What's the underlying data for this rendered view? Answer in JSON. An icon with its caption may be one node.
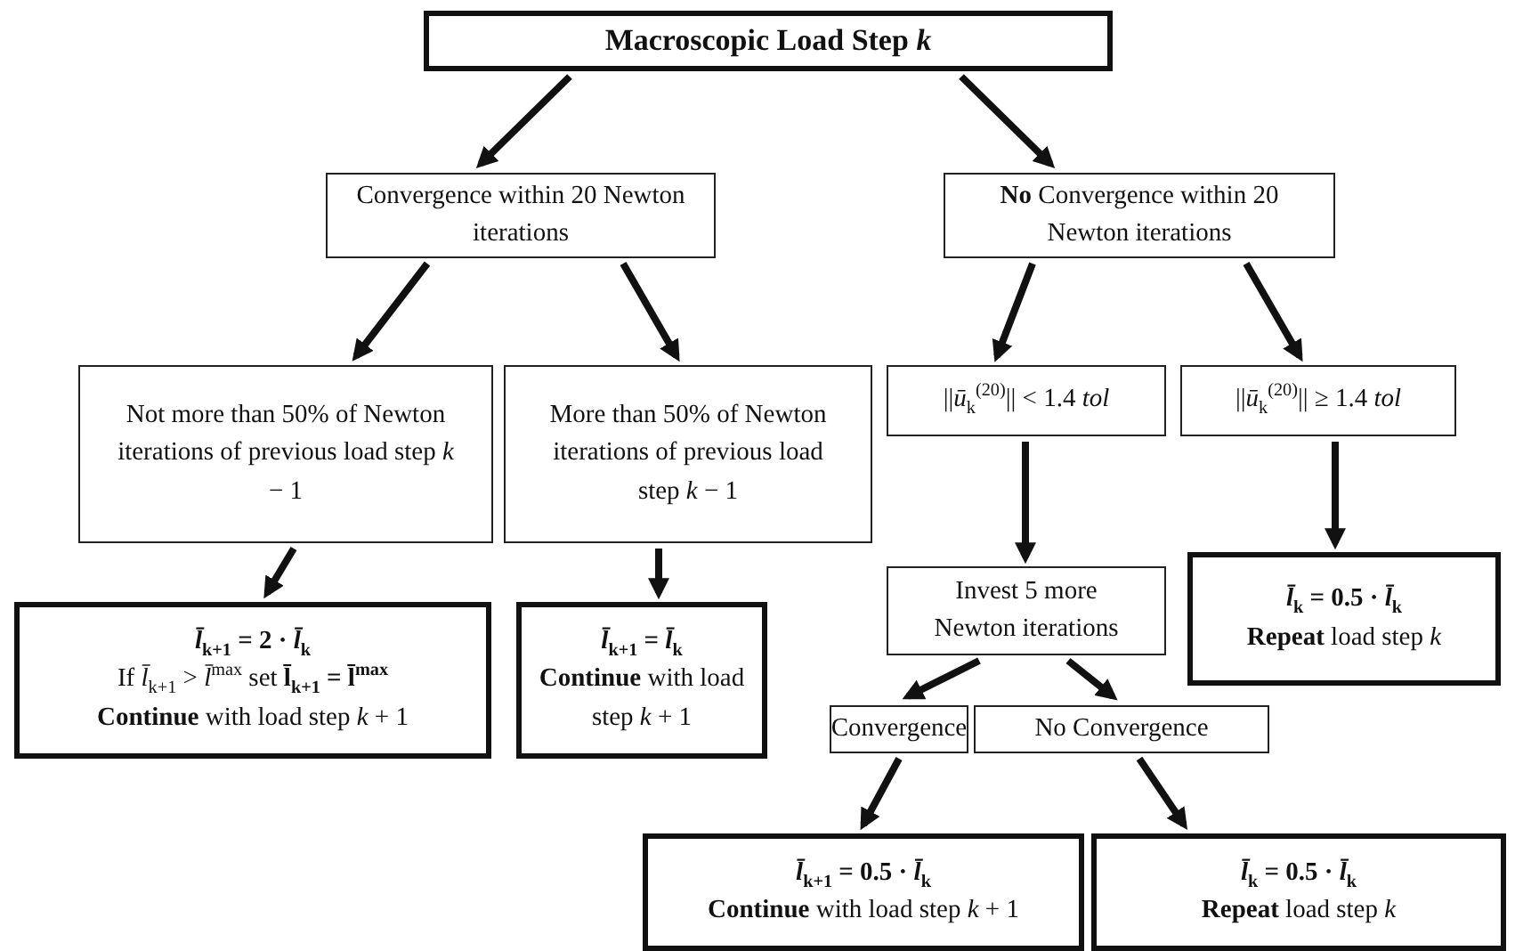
{
  "diagram": {
    "nodes": [
      {
        "text": [
          "Macroscopic Load Step *k*"
        ]
      },
      {
        "text": [
          "Convergence within 20 Newton iterations"
        ]
      },
      {
        "text": [
          "**No** Convergence within 20 Newton iterations"
        ]
      },
      {
        "text": [
          "Not more than 50% of Newton iterations of previous load step *k* − 1"
        ]
      },
      {
        "text": [
          "More than 50% of Newton iterations of previous load step *k* − 1"
        ]
      },
      {
        "text": [
          "||*ū*$_{k}$$^{(20)}$|| < 1.4 *tol*"
        ]
      },
      {
        "text": [
          "||*ū*$_{k}$$^{(20)}$|| ≥ 1.4 *tol*"
        ]
      },
      {
        "text": [
          "*l̄*$_{k+1}$  =  2 · *l̄*$_{k}$",
          "If *l̄*$_{k+1}$ > *l̄*$^{max}$ set **l̄$_{k+1}$ = l̄$^{max}$**",
          "**Continue** with load step *k* + 1"
        ]
      },
      {
        "text": [
          "*l̄*$_{k+1}$ = *l̄*$_{k}$",
          "**Continue** with load step *k* + 1"
        ]
      },
      {
        "text": [
          "Invest 5 more Newton iterations"
        ]
      },
      {
        "text": [
          "*l̄*$_{k}$  =  0.5 · *l̄*$_{k}$",
          "**Repeat** load step *k*"
        ]
      },
      {
        "text": [
          "Convergence"
        ]
      },
      {
        "text": [
          "No Convergence"
        ]
      },
      {
        "text": [
          "*l̄*$_{k+1}$  =  0.5 · *l̄*$_{k}$",
          "**Continue** with load step *k* + 1"
        ]
      },
      {
        "text": [
          "*l̄*$_{k}$  =  0.5 · *l̄*$_{k}$",
          "**Repeat** load step *k*"
        ]
      }
    ],
    "edges": [
      {
        "from": 0,
        "to": 1,
        "arrow": "to"
      },
      {
        "from": 0,
        "to": 2,
        "arrow": "to"
      },
      {
        "from": 1,
        "to": 3,
        "arrow": "to"
      },
      {
        "from": 1,
        "to": 4,
        "arrow": "to"
      },
      {
        "from": 2,
        "to": 5,
        "arrow": "to"
      },
      {
        "from": 2,
        "to": 6,
        "arrow": "to"
      },
      {
        "from": 3,
        "to": 7,
        "arrow": "to"
      },
      {
        "from": 4,
        "to": 8,
        "arrow": "to"
      },
      {
        "from": 5,
        "to": 9,
        "arrow": "to"
      },
      {
        "from": 6,
        "to": 10,
        "arrow": "to"
      },
      {
        "from": 9,
        "to": 11,
        "arrow": "to"
      },
      {
        "from": 9,
        "to": 12,
        "arrow": "to"
      },
      {
        "from": 11,
        "to": 13,
        "arrow": "to"
      },
      {
        "from": 12,
        "to": 14,
        "arrow": "to"
      }
    ]
  }
}
